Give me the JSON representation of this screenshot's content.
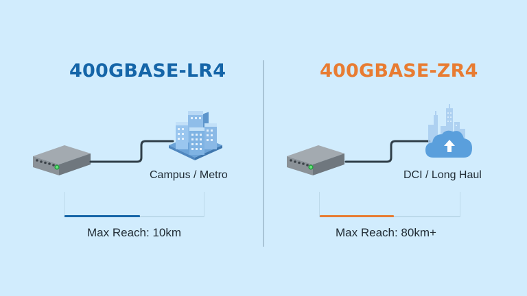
{
  "left": {
    "title": "400GBASE-LR4",
    "title_color": "#1565a8",
    "source_icon": "network-switch-icon",
    "destination_icon": "city-buildings-icon",
    "destination_label": "Campus / Metro",
    "reach_label": "Max Reach: 10km",
    "bar_color": "#1565a8"
  },
  "right": {
    "title": "400GBASE-ZR4",
    "title_color": "#e87c32",
    "source_icon": "network-switch-icon",
    "destination_icon": "cloud-upload-city-icon",
    "destination_label": "DCI / Long Haul",
    "reach_label": "Max Reach: 80km+",
    "bar_color": "#e87c32"
  },
  "colors": {
    "background": "#d1ecfd",
    "divider": "#a9c4d6",
    "cable": "#2f3e48"
  }
}
